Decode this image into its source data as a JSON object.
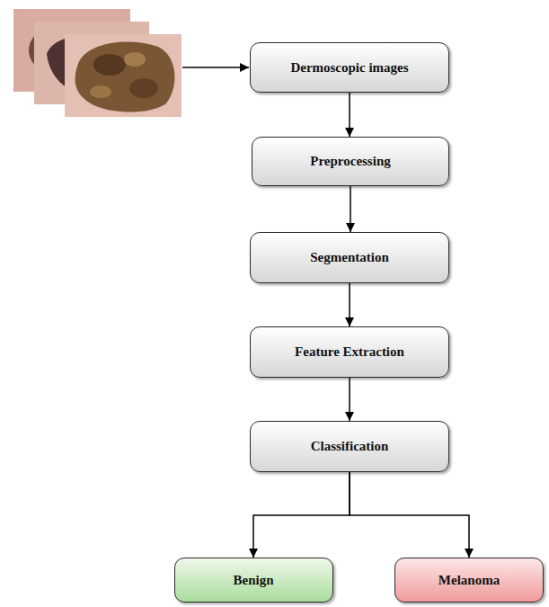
{
  "diagram": {
    "nodes": [
      {
        "text": [
          "Dermoscopic images"
        ]
      },
      {
        "text": [
          "Preprocessing"
        ]
      },
      {
        "text": [
          "Segmentation"
        ]
      },
      {
        "text": [
          "Feature Extraction"
        ]
      },
      {
        "text": [
          "Classification"
        ]
      },
      {
        "text": [
          "Benign"
        ]
      },
      {
        "text": [
          "Melanoma"
        ]
      }
    ],
    "edges": [
      {
        "from": 0,
        "to": 1,
        "arrow": "to"
      },
      {
        "from": 1,
        "to": 2,
        "arrow": "to"
      },
      {
        "from": 2,
        "to": 3,
        "arrow": "to"
      },
      {
        "from": 3,
        "to": 4,
        "arrow": "to"
      },
      {
        "from": 4,
        "to": 5,
        "arrow": "to"
      },
      {
        "from": 4,
        "to": 6,
        "arrow": "to"
      }
    ]
  }
}
